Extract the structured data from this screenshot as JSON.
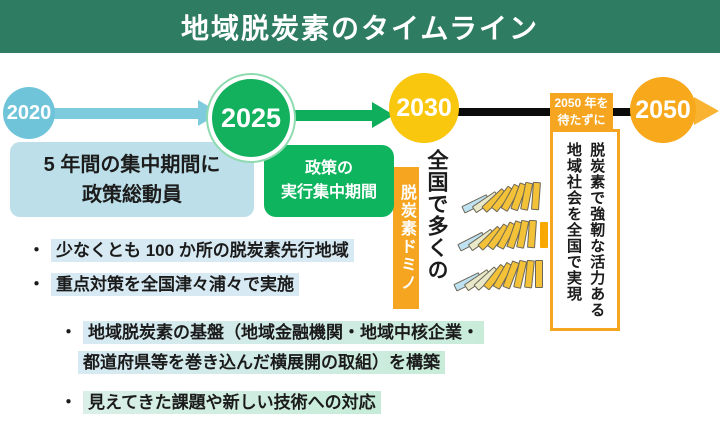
{
  "header": {
    "title": "地域脱炭素のタイムライン",
    "bg_color": "#2e7d63"
  },
  "timeline": {
    "y2020": "2020",
    "y2025": "2025",
    "y2030": "2030",
    "y2050": "2050",
    "wait_line1": "2050 年を",
    "wait_line2": "待たずに"
  },
  "boxes": {
    "blue_line1": "5 年間の集中期間に",
    "blue_line2": "政策総動員",
    "green_line1": "政策の",
    "green_line2": "実行集中期間"
  },
  "vertical": {
    "domino_label": "脱炭素ドミノ",
    "nationwide": "全国で多くの",
    "goal_col1": "脱炭素で強靭な活力ある",
    "goal_col2": "地域社会を全国で実現"
  },
  "bullets": {
    "marker": "・",
    "item1": "少なくとも 100 か所の脱炭素先行地域",
    "item2": "重点対策を全国津々浦々で実施",
    "sub1_line1": "地域脱炭素の基盤（地域金融機関・地域中核企業・",
    "sub1_line2": "都道府県等を巻き込んだ横展開の取組）を構築",
    "sub2": "見えてきた課題や新しい技術への対応"
  },
  "colors": {
    "header_green": "#2e7d63",
    "light_blue": "#6fc4da",
    "light_blue_box": "#bcdfe9",
    "bright_green": "#13b05e",
    "yellow": "#f9c70e",
    "orange": "#f8a81b",
    "orange_box": "#f5a51f",
    "black_line": "#0b0b0b",
    "highlight_blue": "#d7eaf3",
    "highlight_green": "#c9ecd9"
  },
  "dominoes": {
    "rows": [
      {
        "id": 1,
        "tiles": [
          {
            "x": 2,
            "a": 64,
            "c": "blue"
          },
          {
            "x": 13,
            "a": 56,
            "c": "pale"
          },
          {
            "x": 23,
            "a": 47,
            "c": "gold"
          },
          {
            "x": 33,
            "a": 38,
            "c": "gold"
          },
          {
            "x": 43,
            "a": 29,
            "c": "gold"
          },
          {
            "x": 53,
            "a": 20,
            "c": "gold"
          },
          {
            "x": 63,
            "a": 11,
            "c": "gold"
          },
          {
            "x": 74,
            "a": 4,
            "c": "gold"
          }
        ]
      },
      {
        "id": 2,
        "tiles": [
          {
            "x": 2,
            "a": 63,
            "c": "blue"
          },
          {
            "x": 13,
            "a": 55,
            "c": "pale"
          },
          {
            "x": 23,
            "a": 46,
            "c": "gold"
          },
          {
            "x": 33,
            "a": 37,
            "c": "gold"
          },
          {
            "x": 43,
            "a": 28,
            "c": "gold"
          },
          {
            "x": 53,
            "a": 19,
            "c": "gold"
          },
          {
            "x": 63,
            "a": 11,
            "c": "gold"
          },
          {
            "x": 74,
            "a": 4,
            "c": "gold"
          },
          {
            "x": 87,
            "a": 0,
            "c": "solid"
          }
        ]
      },
      {
        "id": 3,
        "tiles": [
          {
            "x": 2,
            "a": 64,
            "c": "blue"
          },
          {
            "x": 13,
            "a": 56,
            "c": "pale"
          },
          {
            "x": 23,
            "a": 48,
            "c": "pale"
          },
          {
            "x": 33,
            "a": 39,
            "c": "gold"
          },
          {
            "x": 43,
            "a": 30,
            "c": "gold"
          },
          {
            "x": 53,
            "a": 21,
            "c": "gold"
          },
          {
            "x": 64,
            "a": 13,
            "c": "gold"
          },
          {
            "x": 75,
            "a": 6,
            "c": "gold"
          },
          {
            "x": 86,
            "a": 0,
            "c": "gold"
          }
        ]
      }
    ]
  }
}
